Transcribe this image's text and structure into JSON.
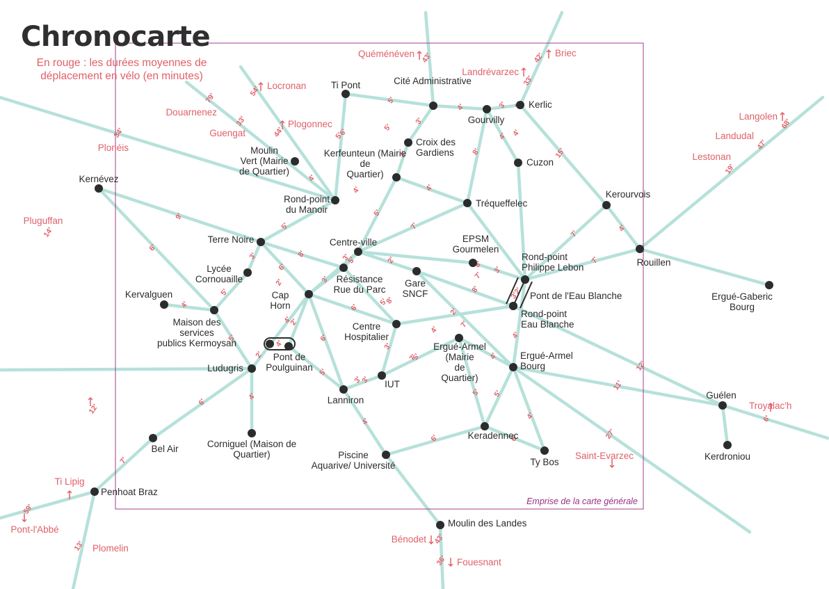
{
  "title": "Chronocarte",
  "subtitle": "En rouge : les durées moyennes de déplacement en vélo (en minutes)",
  "extent_label": "Emprise de la carte générale",
  "colors": {
    "route": "#b6e1da",
    "stop": "#2c2c2c",
    "accent": "#e0606a",
    "extent": "#a23b8f"
  },
  "stops": [
    "Ti Pont",
    "Cité Administrative",
    "Gourvilly",
    "Kerlic",
    "Croix des Gardiens",
    "Kerfeunteun (Mairie de Quartier)",
    "Moulin Vert (Mairie de Quartier)",
    "Cuzon",
    "Kernévez",
    "Rond-point du Manoir",
    "Tréqueffelec",
    "Kerourvois",
    "Terre Noire",
    "Centre-ville",
    "EPSM Gourmelen",
    "Rond-point Philippe Lebon",
    "Rouillen",
    "Lycée Cornouaille",
    "Résistance Rue du Parc",
    "Gare SNCF",
    "Ergué-Gaberic Bourg",
    "Pont de l'Eau Blanche",
    "Kervalguen",
    "Cap Horn",
    "Rond-point Eau Blanche",
    "Maison des services publics Kermoysan",
    "Centre Hospitalier",
    "Ergué-Armel (Mairie de Quartier)",
    "Pont de Poulguinan",
    "Ludugris",
    "Ergué-Armel Bourg",
    "IUT",
    "Lanniron",
    "Guélen",
    "Kerdroniou",
    "Keradennec",
    "Corniguel (Maison de Quartier)",
    "Bel Air",
    "Piscine Aquarive/ Université",
    "Ty Bos",
    "Penhoat Braz",
    "Moulin des Landes"
  ],
  "places": [
    "Quéménéven",
    "Landrévarzec",
    "Briec",
    "Locronan",
    "Douarnenez",
    "Plogonnec",
    "Guengat",
    "Plonéis",
    "Langolen",
    "Landudal",
    "Lestonan",
    "Pluguffan",
    "Troyalac'h",
    "Saint-Evarzec",
    "Ti Lipig",
    "Pont-l'Abbé",
    "Plomelin",
    "Bénodet",
    "Fouesnant"
  ],
  "durations": [
    "5'",
    "4'",
    "3'",
    "3'",
    "3'",
    "8'",
    "4'",
    "4'",
    "3'",
    "4'",
    "4'",
    "5'",
    "5'",
    "4'",
    "15'",
    "9'",
    "5'",
    "5'",
    "7'",
    "7'",
    "4'",
    "7'",
    "3'",
    "5'",
    "6'",
    "2'",
    "4'",
    "5'",
    "6'",
    "8'",
    "3'",
    "2'",
    "8'",
    "7'",
    "2'",
    "4'",
    "3'",
    "7'",
    "4'",
    "6'",
    "7'",
    "3'",
    "7'",
    "5'",
    "4'",
    "4'",
    "2'",
    "3'",
    "8'",
    "6'",
    "5'",
    "3'",
    "5'",
    "3'",
    "3'",
    "4'",
    "5'",
    "2'",
    "4'",
    "5'",
    "6'",
    "4'",
    "6'",
    "5'",
    "6'",
    "2'",
    "8'",
    "6'",
    "4'",
    "11'",
    "12'",
    "27'",
    "6'",
    "43'",
    "33'",
    "42'",
    "54'",
    "44'",
    "79'",
    "33'",
    "34'",
    "14'",
    "12'",
    "68'",
    "47'",
    "19'",
    "59'",
    "13'",
    "43'",
    "36'"
  ]
}
